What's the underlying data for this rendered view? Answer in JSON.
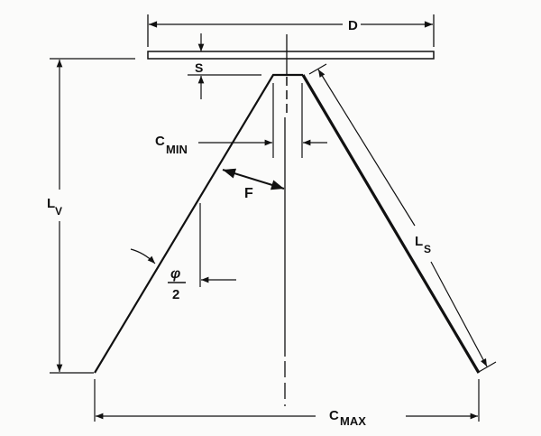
{
  "labels": {
    "d": "D",
    "s": "S",
    "c_min": "C",
    "c_min_sub": "MIN",
    "f": "F",
    "l_v": "L",
    "l_v_sub": "V",
    "l_s": "L",
    "l_s_sub": "S",
    "phi": "φ",
    "phi_den": "2",
    "c_max": "C",
    "c_max_sub": "MAX"
  },
  "colors": {
    "ink": "#111111",
    "background": "#fbfbfa"
  }
}
